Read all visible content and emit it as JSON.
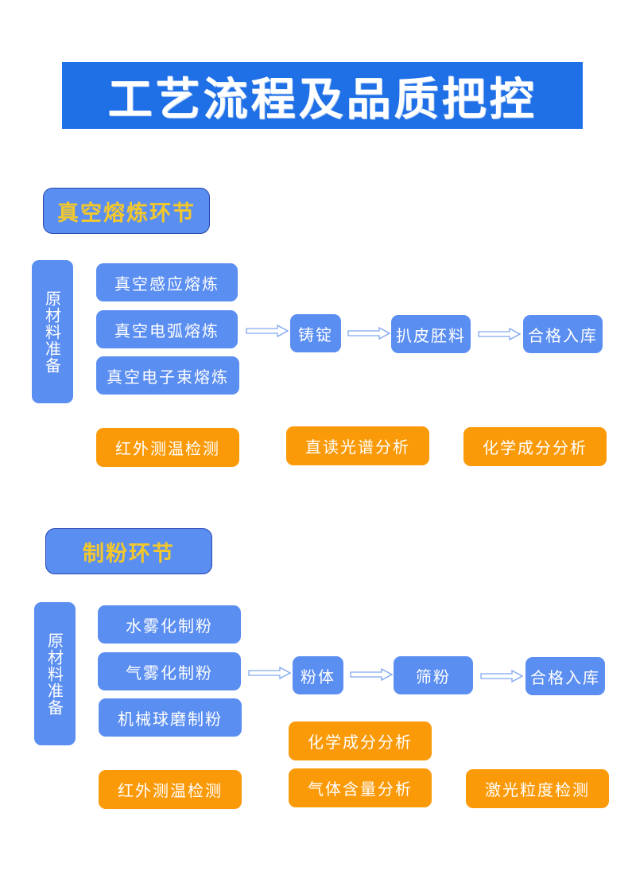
{
  "title": "工艺流程及品质把控",
  "section1": {
    "header": "真空熔炼环节",
    "raw": "原材料准备",
    "methods": [
      "真空感应熔炼",
      "真空电弧熔炼",
      "真空电子束熔炼"
    ],
    "steps": [
      "铸锭",
      "扒皮胚料",
      "合格入库"
    ],
    "checks": [
      "红外测温检测",
      "直读光谱分析",
      "化学成分分析"
    ]
  },
  "section2": {
    "header": "制粉环节",
    "raw": "原材料准备",
    "methods": [
      "水雾化制粉",
      "气雾化制粉",
      "机械球磨制粉"
    ],
    "steps": [
      "粉体",
      "筛粉",
      "合格入库"
    ],
    "checks": [
      "红外测温检测",
      "化学成分分析",
      "气体含量分析",
      "激光粒度检测"
    ]
  },
  "colors": {
    "title_bg": "#1f6fe6",
    "box_blue": "#5b8ef1",
    "box_orange": "#fb9a09",
    "header_text": "#f3c82c",
    "arrow": "#7fa6ee"
  }
}
